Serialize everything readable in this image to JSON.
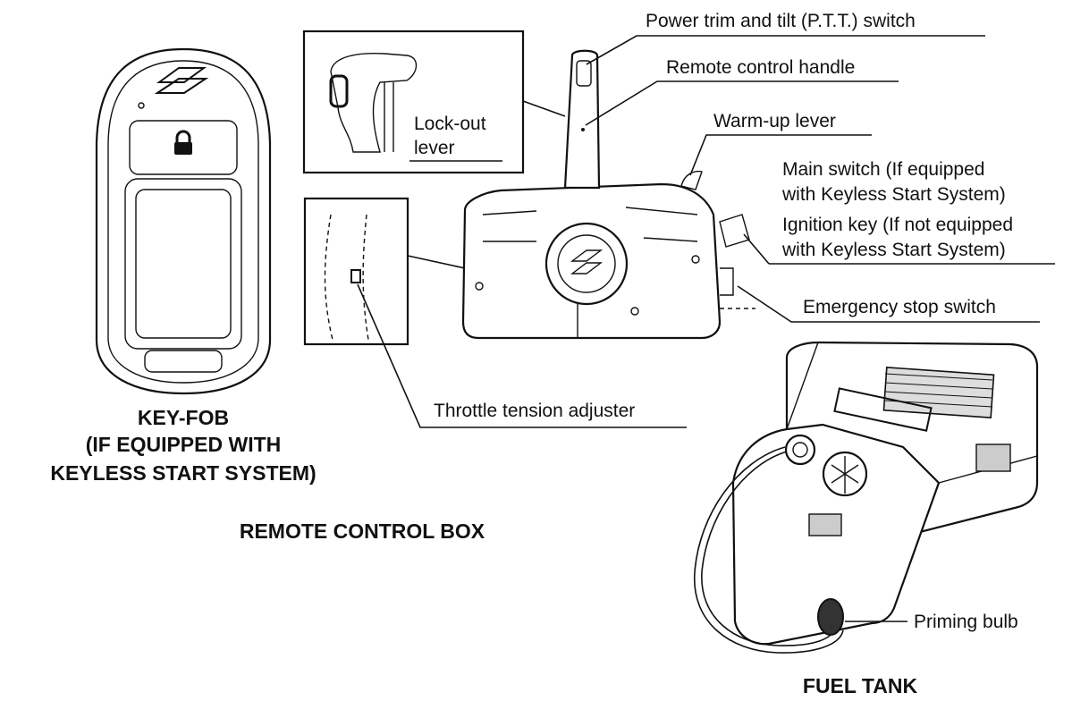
{
  "captions": {
    "key_fob": [
      "KEY-FOB",
      "(IF EQUIPPED WITH",
      "KEYLESS START SYSTEM)"
    ],
    "remote_control_box": "REMOTE CONTROL BOX",
    "fuel_tank": "FUEL TANK"
  },
  "labels": {
    "ptt_switch": "Power trim and tilt (P.T.T.) switch",
    "remote_handle": "Remote control handle",
    "lockout_lever": [
      "Lock-out",
      "lever"
    ],
    "warmup_lever": "Warm-up lever",
    "main_switch": [
      "Main switch (If equipped",
      "with Keyless Start System)"
    ],
    "ignition_key": [
      "Ignition key (If not equipped",
      "with Keyless Start System)"
    ],
    "emergency_stop": "Emergency stop switch",
    "throttle_tension": "Throttle tension adjuster",
    "priming_bulb": "Priming bulb"
  },
  "icons": {
    "logo": "suzuki-logo-icon",
    "lock": "lock-icon"
  }
}
